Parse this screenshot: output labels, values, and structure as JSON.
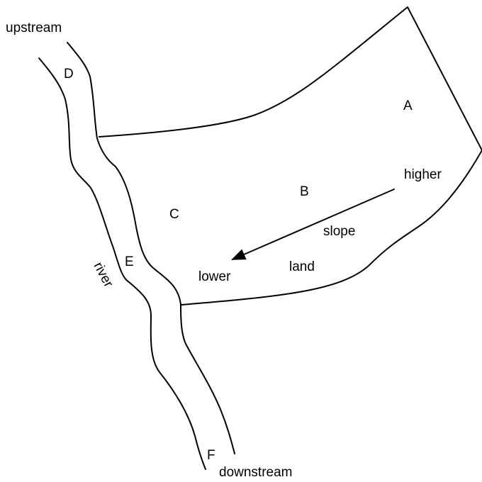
{
  "labels": {
    "upstream": "upstream",
    "downstream": "downstream",
    "river": "river",
    "point_a": "A",
    "point_b": "B",
    "point_c": "C",
    "point_d": "D",
    "point_e": "E",
    "point_f": "F",
    "higher": "higher",
    "lower": "lower",
    "slope": "slope",
    "land": "land"
  }
}
